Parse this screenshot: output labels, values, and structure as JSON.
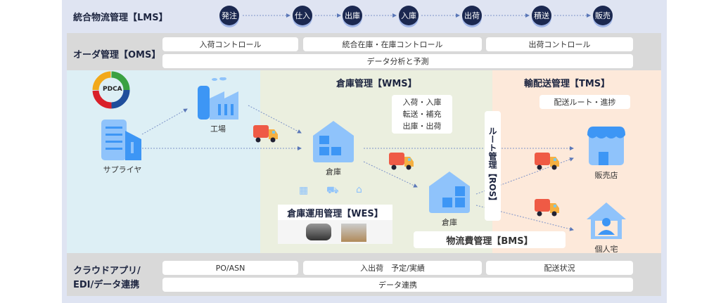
{
  "lms": {
    "title": "統合物流管理【LMS】",
    "steps": [
      "発注",
      "仕入",
      "出庫",
      "入庫",
      "出荷",
      "積送",
      "販売"
    ]
  },
  "oms": {
    "title": "オーダ管理【OMS】",
    "boxes": [
      "入荷コントロール",
      "統合在庫・在庫コントロール",
      "出荷コントロール"
    ],
    "wide": "データ分析と予測"
  },
  "pdca": "PDCA",
  "nodes": {
    "supplier": "サプライヤ",
    "factory": "工場",
    "warehouse1": "倉庫",
    "warehouse2": "倉庫",
    "store": "販売店",
    "home": "個人宅"
  },
  "wms": {
    "title": "倉庫管理【WMS】",
    "lines": [
      "入荷・入庫",
      "転送・補充",
      "出庫・出荷"
    ]
  },
  "wes": {
    "title": "倉庫運用管理【WES】"
  },
  "ros": {
    "title": "ルート管理【ROS】"
  },
  "tms": {
    "title": "輸配送管理【TMS】",
    "box": "配送ルート・進捗"
  },
  "bms": {
    "title": "物流費管理【BMS】"
  },
  "cloud": {
    "title1": "クラウドアプリ/",
    "title2": "EDI/データ連携",
    "boxes": [
      "PO/ASN",
      "入出荷　予定/実績",
      "配送状況"
    ],
    "wide": "データ連携"
  },
  "colors": {
    "navy": "#1b2850",
    "icon": "#8fc3fb",
    "icon_dark": "#3d96f5",
    "truck": "#ef5a45"
  }
}
